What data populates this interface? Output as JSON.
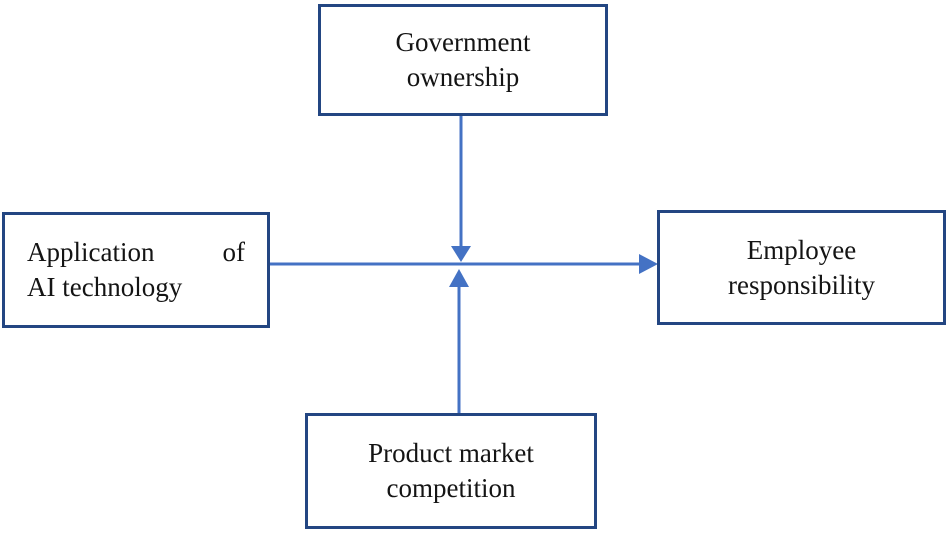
{
  "diagram": {
    "type": "moderation-model",
    "colors": {
      "box_border": "#234682",
      "arrow": "#4472C4",
      "text": "#141414",
      "background": "#ffffff"
    },
    "edges": [
      {
        "from": "application-of-ai-technology",
        "to": "employee-responsibility",
        "relation": "direct-effect"
      },
      {
        "from": "government-ownership",
        "to": "link-application-to-employee",
        "relation": "moderating-effect"
      },
      {
        "from": "product-market-competition",
        "to": "link-application-to-employee",
        "relation": "moderating-effect"
      }
    ]
  },
  "nodes": {
    "top": {
      "label": "Government ownership",
      "line1": "Government",
      "line2": "ownership"
    },
    "left": {
      "label": "Application of AI technology",
      "line1_word1": "Application",
      "line1_word2": "of",
      "line2": "AI technology"
    },
    "right": {
      "label": "Employee responsibility",
      "line1": "Employee",
      "line2": "responsibility"
    },
    "bottom": {
      "label": "Product market competition",
      "line1": "Product market",
      "line2": "competition"
    }
  }
}
